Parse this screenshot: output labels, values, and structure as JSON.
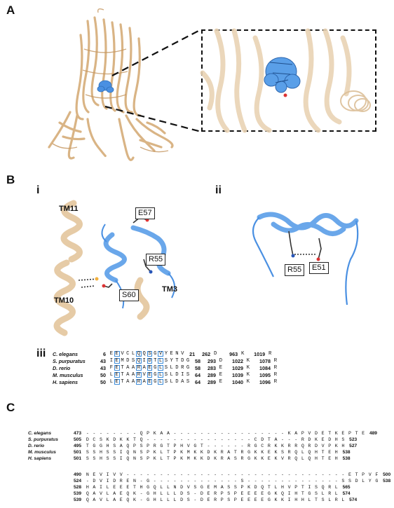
{
  "panels": {
    "A": "A",
    "B": "B",
    "C": "C",
    "i": "i",
    "ii": "ii",
    "iii": "iii"
  },
  "labels_i": {
    "tm11": "TM11",
    "tm10": "TM10",
    "tm3": "TM3",
    "e57": "E57",
    "r55": "R55",
    "s60": "S60"
  },
  "labels_ii": {
    "r55": "R55",
    "e51": "E51"
  },
  "colors": {
    "protein_tan": "#e9c99f",
    "ligand_blue": "#4a90e2",
    "highlight_box": "#3b8bd9"
  },
  "alignment_iii": {
    "rows": [
      {
        "species": "C. elegans",
        "start": "6",
        "seq": "EEVCLQQSGVYENV",
        "end": "21",
        "pos1": "262",
        "aa1": "D",
        "pos2": "963",
        "aa2": "K",
        "pos3": "1019",
        "aa3": "R"
      },
      {
        "species": "S. purpuratus",
        "start": "43",
        "seq": "IEMDSQIDTLSYTDG",
        "end": "58",
        "pos1": "293",
        "aa1": "D",
        "pos2": "1022",
        "aa2": "K",
        "pos3": "1078",
        "aa3": "R"
      },
      {
        "species": "D. rerio",
        "start": "43",
        "seq": "FETAARAEGLSLDRG",
        "end": "58",
        "pos1": "283",
        "aa1": "E",
        "pos2": "1029",
        "aa2": "K",
        "pos3": "1084",
        "aa3": "R"
      },
      {
        "species": "M. musculus",
        "start": "50",
        "seq": "LETAARVEGLSLDIS",
        "end": "64",
        "pos1": "289",
        "aa1": "E",
        "pos2": "1039",
        "aa2": "K",
        "pos3": "1095",
        "aa3": "R"
      },
      {
        "species": "H. sapiens",
        "start": "50",
        "seq": "LETAARAEGLSLDAS",
        "end": "64",
        "pos1": "289",
        "aa1": "E",
        "pos2": "1040",
        "aa2": "K",
        "pos3": "1096",
        "aa3": "R"
      }
    ]
  },
  "alignment_c_block1": {
    "rows": [
      {
        "species": "C. elegans",
        "start": "473",
        "seq": "--------QPKAA-----------------KAPVDETKEPTE",
        "end": "489"
      },
      {
        "species": "S. purpuratus",
        "start": "505",
        "seq": "DCSKDKKTQ----------------CDTA---RDKEDHS",
        "end": "523"
      },
      {
        "species": "D. rerio",
        "start": "495",
        "seq": "TGGHSAQPSPRGTPHVGT------RGCRKKRRQRDVPKH",
        "end": "527"
      },
      {
        "species": "M. musculus",
        "start": "501",
        "seq": "SSHSSIQNSPKLTPKMKKDKRATRGKKEKSRQLQHTEH",
        "end": "538"
      },
      {
        "species": "H. sapiens",
        "start": "501",
        "seq": "SSHSSIQNSPKLTPKMKKDKRASRGKKEKVRQLQHTEH",
        "end": "538"
      }
    ]
  },
  "alignment_c_block2": {
    "rows": [
      {
        "species": "",
        "start": "490",
        "seq": "NEVIVV---------------------------------ETPVF",
        "end": "500"
      },
      {
        "species": "",
        "start": "524",
        "seq": "-DVIDREN-G-------------S--------------SSDLYG",
        "end": "538"
      },
      {
        "species": "",
        "start": "528",
        "seq": "HAILEEETHGQLLNDVSGEMASSPKDQTLHVPTISQRL",
        "end": "565"
      },
      {
        "species": "",
        "start": "539",
        "seq": "QAVLAEQK-GHLLLDS-DERPSPEEEEGKQIHTGSLRL",
        "end": "574"
      },
      {
        "species": "",
        "start": "539",
        "seq": "QAVLAEQK-GHLLLDS-DERPSPEEEEGKKIHHLTSLRL",
        "end": "574"
      }
    ]
  }
}
